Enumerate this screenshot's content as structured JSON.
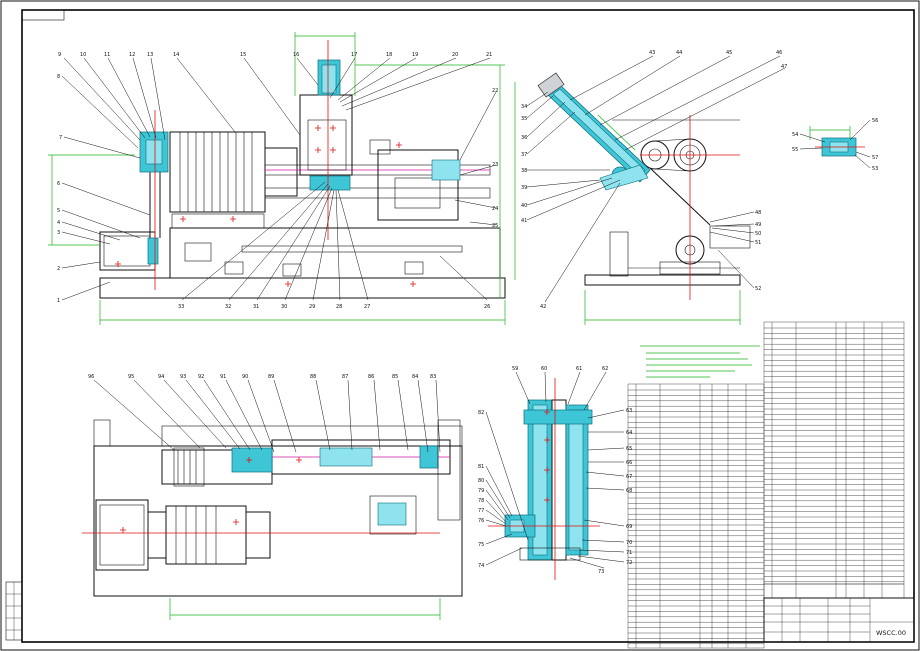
{
  "drawing": {
    "code": "WSCC.00",
    "title": "",
    "view1_balloons_top": [
      "9",
      "10",
      "11",
      "12",
      "13",
      "14",
      "15",
      "16",
      "17",
      "18",
      "19",
      "20",
      "21"
    ],
    "view1_balloons_left": [
      "8",
      "7",
      "6",
      "5",
      "4",
      "3",
      "2",
      "1"
    ],
    "view1_balloons_bottom": [
      "33",
      "32",
      "31",
      "30",
      "29",
      "28",
      "27",
      "26"
    ],
    "view1_balloons_right": [
      "22",
      "23",
      "24",
      "25"
    ],
    "view2_balloons_top": [
      "43",
      "44",
      "45",
      "46",
      "47"
    ],
    "view2_balloons_left": [
      "34",
      "35",
      "36",
      "37",
      "38",
      "39",
      "40",
      "41"
    ],
    "view2_balloons_right": [
      "48",
      "49",
      "50",
      "51",
      "52"
    ],
    "view2_balloons_bottom": [
      "42"
    ],
    "detail_balloons": [
      "54",
      "55",
      "56",
      "57",
      "53"
    ],
    "view3_balloons": [
      "96",
      "95",
      "94",
      "93",
      "92",
      "91",
      "90",
      "89",
      "88",
      "87",
      "86",
      "85",
      "84",
      "83"
    ],
    "view4_balloons_left": [
      "82",
      "81",
      "80",
      "79",
      "78",
      "77",
      "76",
      "75",
      "74"
    ],
    "view4_balloons_top": [
      "59",
      "60",
      "61",
      "62"
    ],
    "view4_balloons_right": [
      "63",
      "64",
      "65",
      "66",
      "67",
      "68",
      "69",
      "70",
      "71",
      "72",
      "73"
    ]
  },
  "colors": {
    "line": "#111111",
    "dimension": "#1bb31b",
    "centerline": "#e01010",
    "accent": "#d018a8",
    "highlight": "#3fc6d6"
  }
}
